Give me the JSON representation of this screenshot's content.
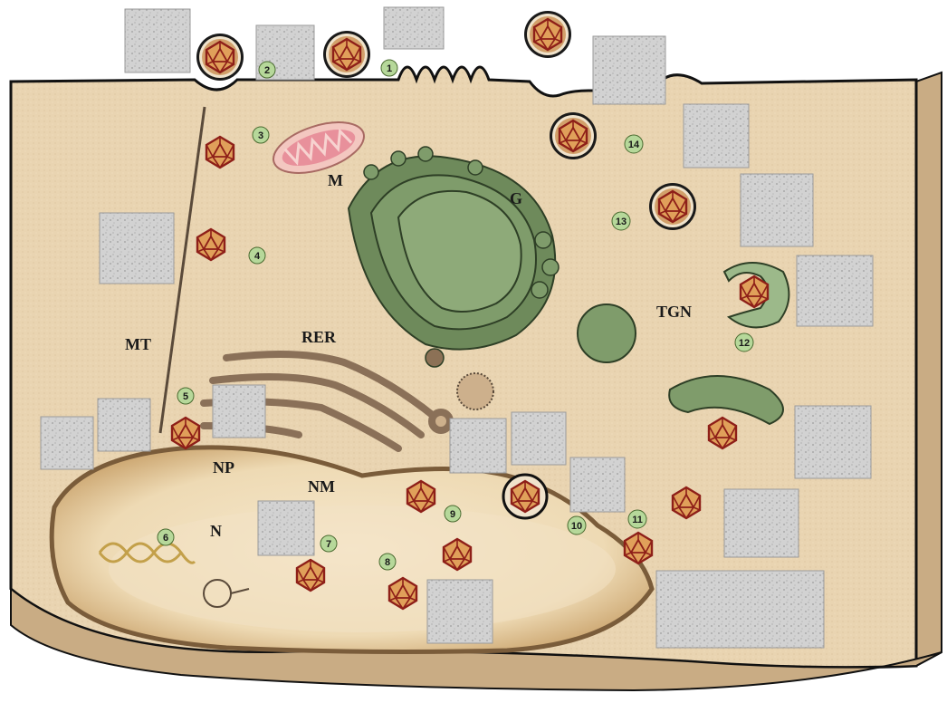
{
  "figure": {
    "labels": {
      "mitochondrion": "M",
      "golgi": "G",
      "tgn": "TGN",
      "microtubule": "MT",
      "rer": "RER",
      "nuclear_pore": "NP",
      "nuclear_membrane": "NM",
      "nucleus": "N"
    },
    "steps": [
      "1",
      "2",
      "3",
      "4",
      "5",
      "6",
      "7",
      "8",
      "9",
      "10",
      "11",
      "12",
      "13",
      "14"
    ],
    "colors": {
      "cytoplasm": "#e9d4b1",
      "cytoplasm_side": "#c9ac84",
      "nucleus": "#f3e2c4",
      "nucleus_edge": "#b88d5a",
      "organelle_green": "#6e8a5b",
      "mito_pink": "#e8a0a5",
      "capsid_red": "#b6352a",
      "step_badge": "#b6d89a",
      "micrograph": "#cfcfcf"
    }
  }
}
